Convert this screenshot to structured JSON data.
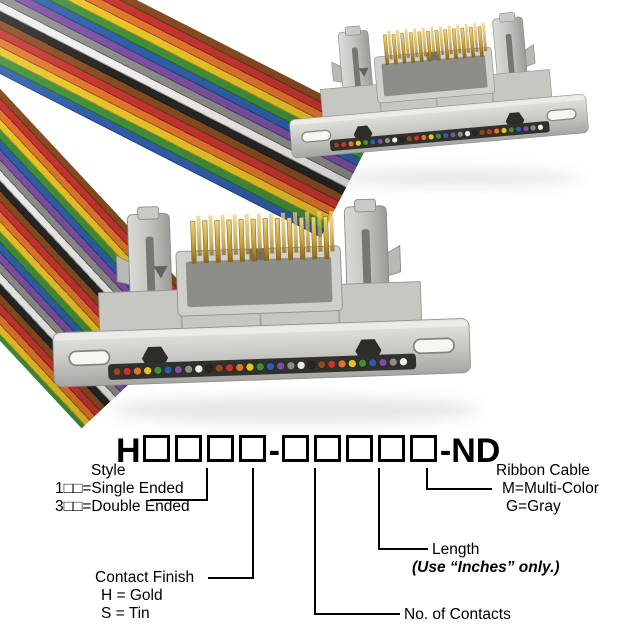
{
  "part_number": {
    "prefix": "H",
    "style_box_count": 4,
    "separator": "-",
    "spec_box_count": 5,
    "suffix": "-ND"
  },
  "callouts": {
    "style": {
      "title": "Style",
      "option1": "1□□=Single Ended",
      "option2": "3□□=Double Ended"
    },
    "contact_finish": {
      "title": "Contact Finish",
      "option1": "H = Gold",
      "option2": "S = Tin"
    },
    "num_contacts": {
      "title": "No. of Contacts"
    },
    "length": {
      "title": "Length",
      "note": "(Use “Inches” only.)"
    },
    "ribbon_cable": {
      "title": "Ribbon Cable",
      "option1": "M=Multi-Color",
      "option2": "G=Gray"
    }
  },
  "photo": {
    "ribbon_colors": [
      "#8a4a21",
      "#c63430",
      "#e0762b",
      "#e7c428",
      "#3f8f3a",
      "#2f5ea8",
      "#7c4fa0",
      "#8d8d8b",
      "#efeeea",
      "#262624"
    ],
    "connector_gray": "#c8c8c4",
    "pin_gold": "#c9a23a",
    "background": "#ffffff"
  }
}
